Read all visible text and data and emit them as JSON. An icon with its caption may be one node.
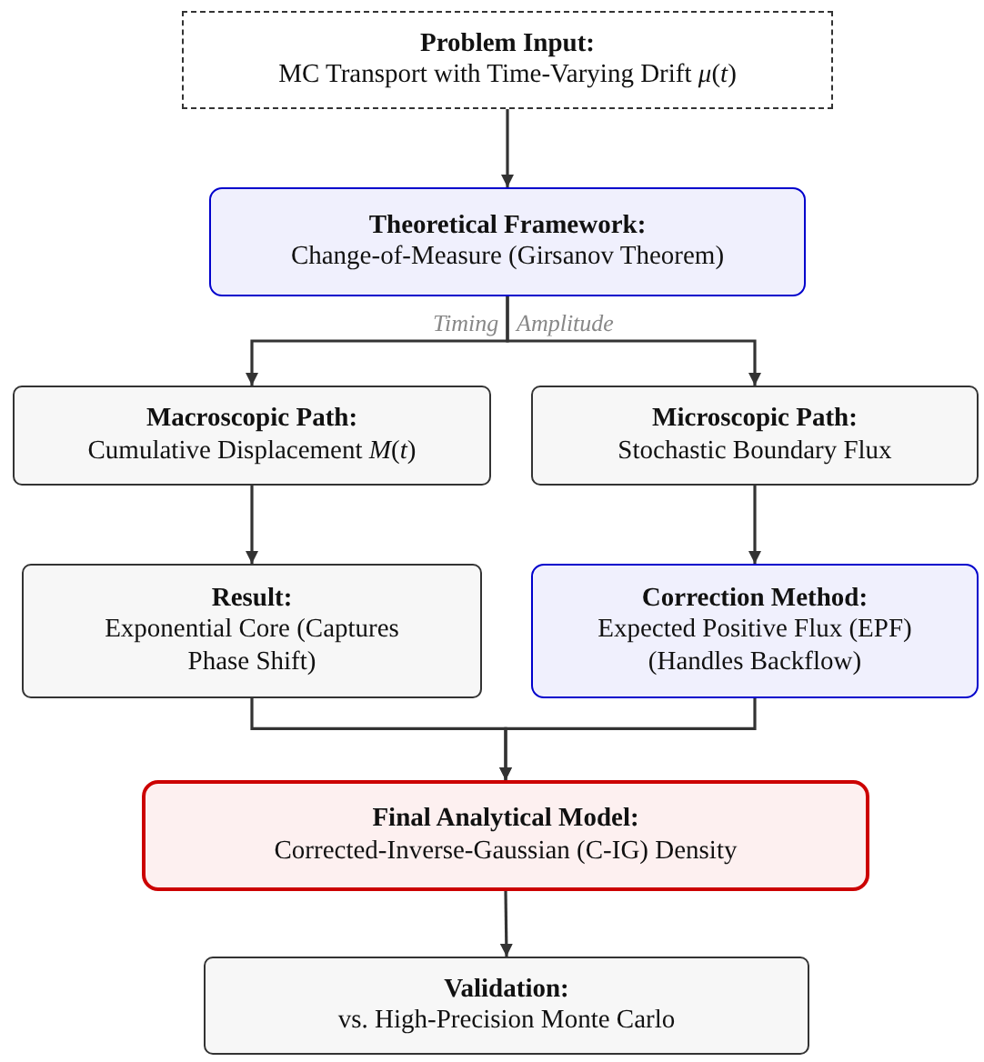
{
  "diagram": {
    "nodes": [
      {
        "text": [
          "Problem Input:",
          "MC Transport with Time-Varying Drift *μ*(*t*)"
        ]
      },
      {
        "text": [
          "Theoretical Framework:",
          "Change-of-Measure (Girsanov Theorem)"
        ]
      },
      {
        "text": [
          "Macroscopic Path:",
          "Cumulative Displacement *M*(*t*)"
        ]
      },
      {
        "text": [
          "Microscopic Path:",
          "Stochastic Boundary Flux"
        ]
      },
      {
        "text": [
          "Result:",
          "Exponential Core (Captures Phase Shift)"
        ]
      },
      {
        "text": [
          "Correction Method:",
          "Expected Positive Flux (EPF) (Handles Backflow)"
        ]
      },
      {
        "text": [
          "Final Analytical Model:",
          "Corrected-Inverse-Gaussian (C-IG) Density"
        ]
      },
      {
        "text": [
          "Validation:",
          "vs. High-Precision Monte Carlo"
        ]
      }
    ],
    "edges": [
      {
        "from": 0,
        "to": 1,
        "arrow": "to"
      },
      {
        "from": 1,
        "to": 2,
        "arrow": "to",
        "label": "Timing"
      },
      {
        "from": 1,
        "to": 3,
        "arrow": "to",
        "label": "Amplitude"
      },
      {
        "from": 2,
        "to": 4,
        "arrow": "to"
      },
      {
        "from": 3,
        "to": 5,
        "arrow": "to"
      },
      {
        "from": 4,
        "to": 6,
        "arrow": "to"
      },
      {
        "from": 5,
        "to": 6,
        "arrow": "to"
      },
      {
        "from": 6,
        "to": 7,
        "arrow": "to"
      }
    ]
  }
}
